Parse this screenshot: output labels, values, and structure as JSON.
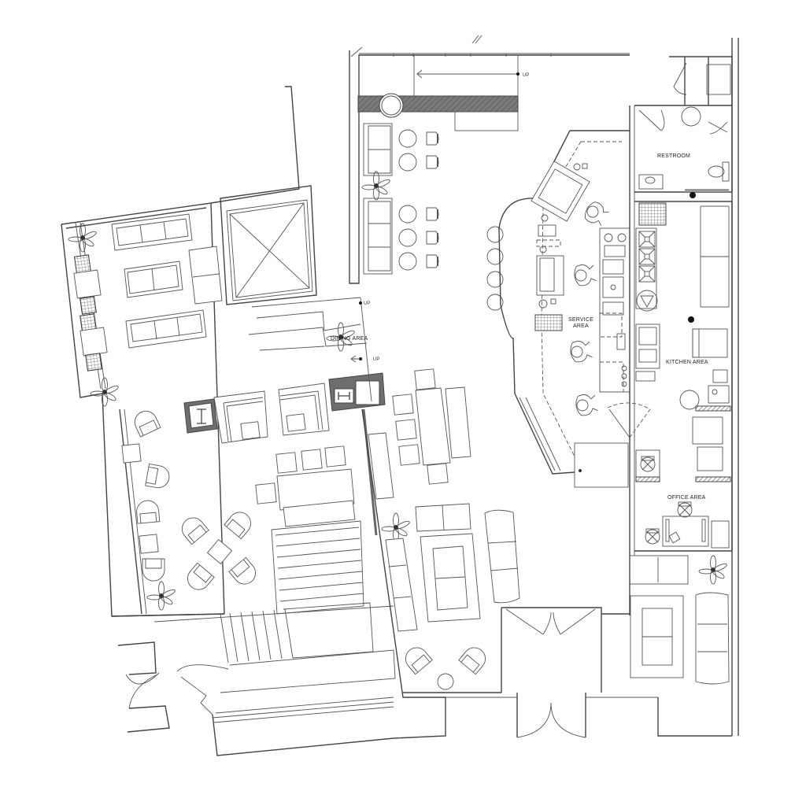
{
  "diagram": {
    "type": "architectural-floor-plan",
    "background": "#ffffff",
    "line_color": "#444444",
    "fill_dark": "#6e6e6e"
  },
  "rooms": {
    "restroom": {
      "label": "RESTROOM"
    },
    "service_area": {
      "label_line1": "SERVICE",
      "label_line2": "AREA"
    },
    "kitchen_area": {
      "label": "KITCHEN AREA"
    },
    "office_area": {
      "label": "OFFICE AREA"
    },
    "dining_area": {
      "label": "DINING AREA"
    }
  },
  "stair_markers": {
    "top": "UP",
    "dining_upper": "UP",
    "dining_lower": "UP"
  },
  "legend_icons": [
    "plant-icon",
    "sofa-icon",
    "armchair-icon",
    "bar-stool-icon",
    "dining-table-icon",
    "office-chair-icon",
    "toilet-icon",
    "sink-icon",
    "stove-icon",
    "door-swing-icon",
    "staircase-icon",
    "elevator-shaft-icon",
    "person-icon"
  ]
}
